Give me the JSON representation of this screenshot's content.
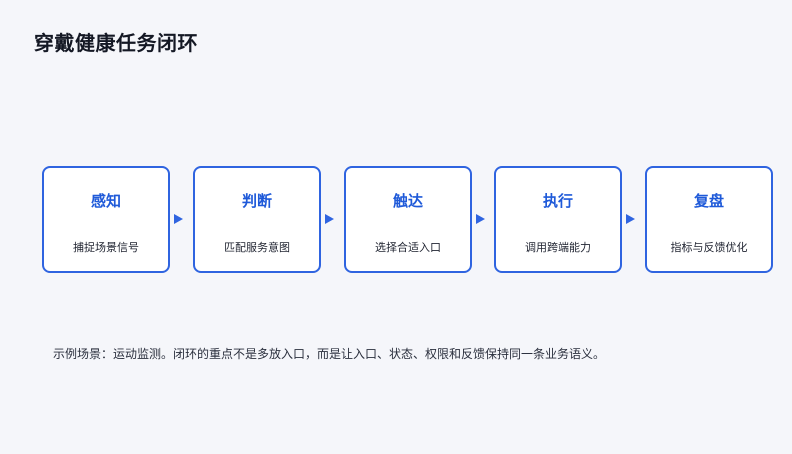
{
  "title": "穿戴健康任务闭环",
  "accent_color": "#2f64e0",
  "steps": [
    {
      "name": "感知",
      "desc": "捕捉场景信号"
    },
    {
      "name": "判断",
      "desc": "匹配服务意图"
    },
    {
      "name": "触达",
      "desc": "选择合适入口"
    },
    {
      "name": "执行",
      "desc": "调用跨端能力"
    },
    {
      "name": "复盘",
      "desc": "指标与反馈优化"
    }
  ],
  "note": "示例场景：运动监测。闭环的重点不是多放入口，而是让入口、状态、权限和反馈保持同一条业务语义。"
}
